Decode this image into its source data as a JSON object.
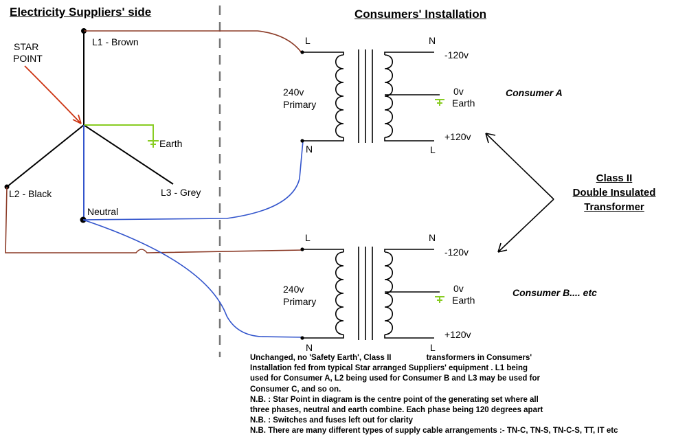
{
  "headings": {
    "supplier": "Electricity Suppliers' side",
    "consumer": "Consumers' Installation"
  },
  "supplier": {
    "star_point": [
      "STAR",
      "POINT"
    ],
    "l1": "L1 - Brown",
    "l2": "L2 - Black",
    "l3": "L3 - Grey",
    "earth": "Earth",
    "neutral": "Neutral"
  },
  "transformer_a": {
    "primary": [
      "240v",
      "Primary"
    ],
    "term_l_top": "L",
    "term_n_bottom": "N",
    "term_n_top": "N",
    "term_l_bottom": "L",
    "neg": "-120v",
    "zero": "0v",
    "earth": "Earth",
    "pos": "+120v",
    "consumer": "Consumer A"
  },
  "transformer_b": {
    "primary": [
      "240v",
      "Primary"
    ],
    "term_l_top": "L",
    "term_n_bottom": "N",
    "term_n_top": "N",
    "term_l_bottom": "L",
    "neg": "-120v",
    "zero": "0v",
    "earth": "Earth",
    "pos": "+120v",
    "consumer": "Consumer B.... etc"
  },
  "class_label": [
    "Class II",
    "Double Insulated",
    "Transformer"
  ],
  "notes": [
    "Unchanged, no 'Safety Earth', Class II                transformers in Consumers'",
    "Installation fed from typical Star arranged Suppliers' equipment . L1 being",
    "used for Consumer A, L2 being used for Consumer B and L3 may be used for",
    "Consumer C, and so on.",
    "N.B. : Star Point in diagram is the centre point of the generating set where all",
    "three phases, neutral and earth combine. Each phase being 120 degrees apart",
    "N.B. : Switches and fuses left out for clarity",
    "N.B. There are many different types of supply cable arrangements :- TN-C, TN-S, TN-C-S, TT, IT etc"
  ],
  "colors": {
    "brown": "#8b3a26",
    "blue": "#3355cc",
    "earth_green": "#88cc22",
    "star_arrow": "#cc3311",
    "divider": "#777777"
  }
}
